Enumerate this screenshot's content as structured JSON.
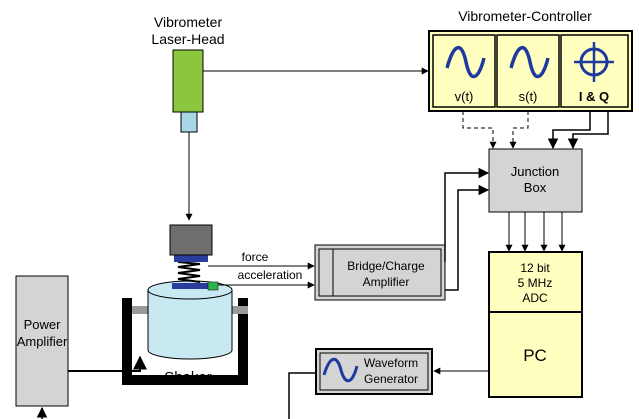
{
  "colors": {
    "yellow_box": "#ffffc0",
    "gray_box": "#d4d4d4",
    "laser_green": "#8cc63f",
    "laser_lens": "#a8d8e8",
    "shaker_blue": "#c9e9f2",
    "signal_blue": "#1f3a9e",
    "sensor_blue": "#2a3c9c",
    "sensor_gray": "#6e6e6e",
    "accel_green": "#2fb34a",
    "line": "#000000"
  },
  "labels": {
    "vibrometer_head_line1": "Vibrometer",
    "vibrometer_head_line2": "Laser-Head",
    "controller_title": "Vibrometer-Controller",
    "ctrl_v": "v(t)",
    "ctrl_s": "s(t)",
    "ctrl_iq": "I & Q",
    "junction_line1": "Junction",
    "junction_line2": "Box",
    "adc_line1": "12 bit",
    "adc_line2": "5 MHz",
    "adc_line3": "ADC",
    "pc": "PC",
    "bridge_line1": "Bridge/Charge",
    "bridge_line2": "Amplifier",
    "force": "force",
    "acceleration": "acceleration",
    "power_line1": "Power",
    "power_line2": "Amplifier",
    "shaker": "Shaker",
    "waveform_line1": "Waveform",
    "waveform_line2": "Generator"
  }
}
